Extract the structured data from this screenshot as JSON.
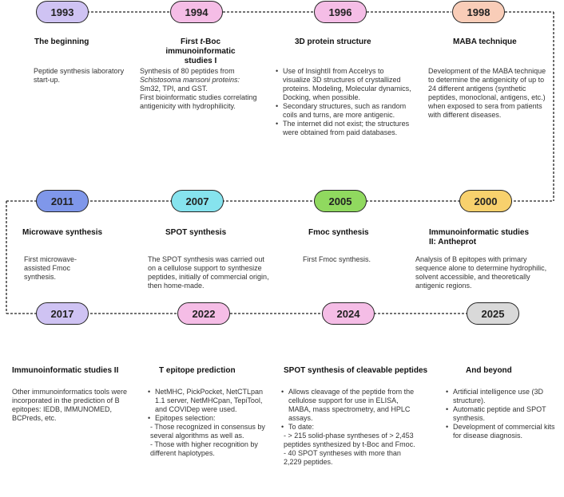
{
  "events": [
    {
      "year": "1993",
      "color": "#cfc3f3",
      "title": "The beginning",
      "paragraphs": [
        "Peptide synthesis laboratory start-up."
      ]
    },
    {
      "year": "1994",
      "color": "#f5bde6",
      "title": "First t-Boc immunoinformatic studies I",
      "paragraphs": [
        "Synthesis of 80 peptides from",
        "Schistosoma mansoni proteins:",
        "Sm32, TPI, and GST.",
        "First bioinformatic studies correlating antigenicity with hydrophilicity."
      ]
    },
    {
      "year": "1996",
      "color": "#f5bde6",
      "title": "3D protein structure",
      "bullets": [
        "Use of InsightII from Accelrys to visualize 3D structures of crystallized proteins. Modeling, Molecular dynamics, Docking, when possible.",
        "Secondary structures, such as random coils and turns, are more antigenic.",
        "The internet did not exist; the structures were obtained from paid databases."
      ]
    },
    {
      "year": "1998",
      "color": "#f9cdb8",
      "title": "MABA technique",
      "paragraphs": [
        "Development of the MABA technique to determine the antigenicity of up to 24 different antigens (synthetic peptides, monoclonal, antigens, etc.) when exposed to sera from patients with different diseases."
      ]
    },
    {
      "year": "2011",
      "color": "#7f97ea",
      "title": "Microwave synthesis",
      "paragraphs": [
        "First microwave-assisted Fmoc synthesis."
      ]
    },
    {
      "year": "2007",
      "color": "#86e3ee",
      "title": "SPOT synthesis",
      "paragraphs": [
        "The SPOT synthesis was carried out on a cellulose support to synthesize peptides, initially of commercial origin, then home-made."
      ]
    },
    {
      "year": "2005",
      "color": "#90d95f",
      "title": "Fmoc synthesis",
      "paragraphs": [
        "First Fmoc synthesis."
      ]
    },
    {
      "year": "2000",
      "color": "#f8d16d",
      "title": "Immunoinformatic studies II: Antheprot",
      "paragraphs": [
        "Analysis of B epitopes with primary sequence alone to determine hydrophilic, solvent accessible, and theoretically antigenic regions."
      ]
    },
    {
      "year": "2017",
      "color": "#cfc3f3",
      "title": "Immunoinformatic studies II",
      "paragraphs": [
        "Other immunoinformatics tools were incorporated in the prediction of B epitopes: IEDB, IMMUNOMED, BCPreds, etc."
      ]
    },
    {
      "year": "2022",
      "color": "#f5bde6",
      "title": "T epitope prediction",
      "bullets": [
        "NetMHC, PickPocket, NetCTLpan 1.1 server, NetMHCpan, TepiTool, and COVIDep were used.",
        "Epitopes selection:"
      ],
      "subs": [
        "- Those recognized in consensus by several algorithms as well as.",
        "- Those with higher recognition by different haplotypes."
      ]
    },
    {
      "year": "2024",
      "color": "#f5bde6",
      "title": "SPOT synthesis of cleavable peptides",
      "bullets": [
        "Allows cleavage of the peptide from the cellulose support for use in ELISA, MABA, mass spectrometry, and HPLC assays.",
        "To date:"
      ],
      "subs": [
        "- > 215 solid-phase syntheses of > 2,453 peptides synthesized by t-Boc and Fmoc.",
        "- 40 SPOT syntheses with more than 2,229 peptides."
      ]
    },
    {
      "year": "2025",
      "color": "#d9d9d9",
      "title": "And beyond",
      "bullets": [
        "Artificial intelligence use (3D structure).",
        "Automatic peptide and SPOT synthesis.",
        "Development of commercial kits for disease diagnosis."
      ]
    }
  ]
}
